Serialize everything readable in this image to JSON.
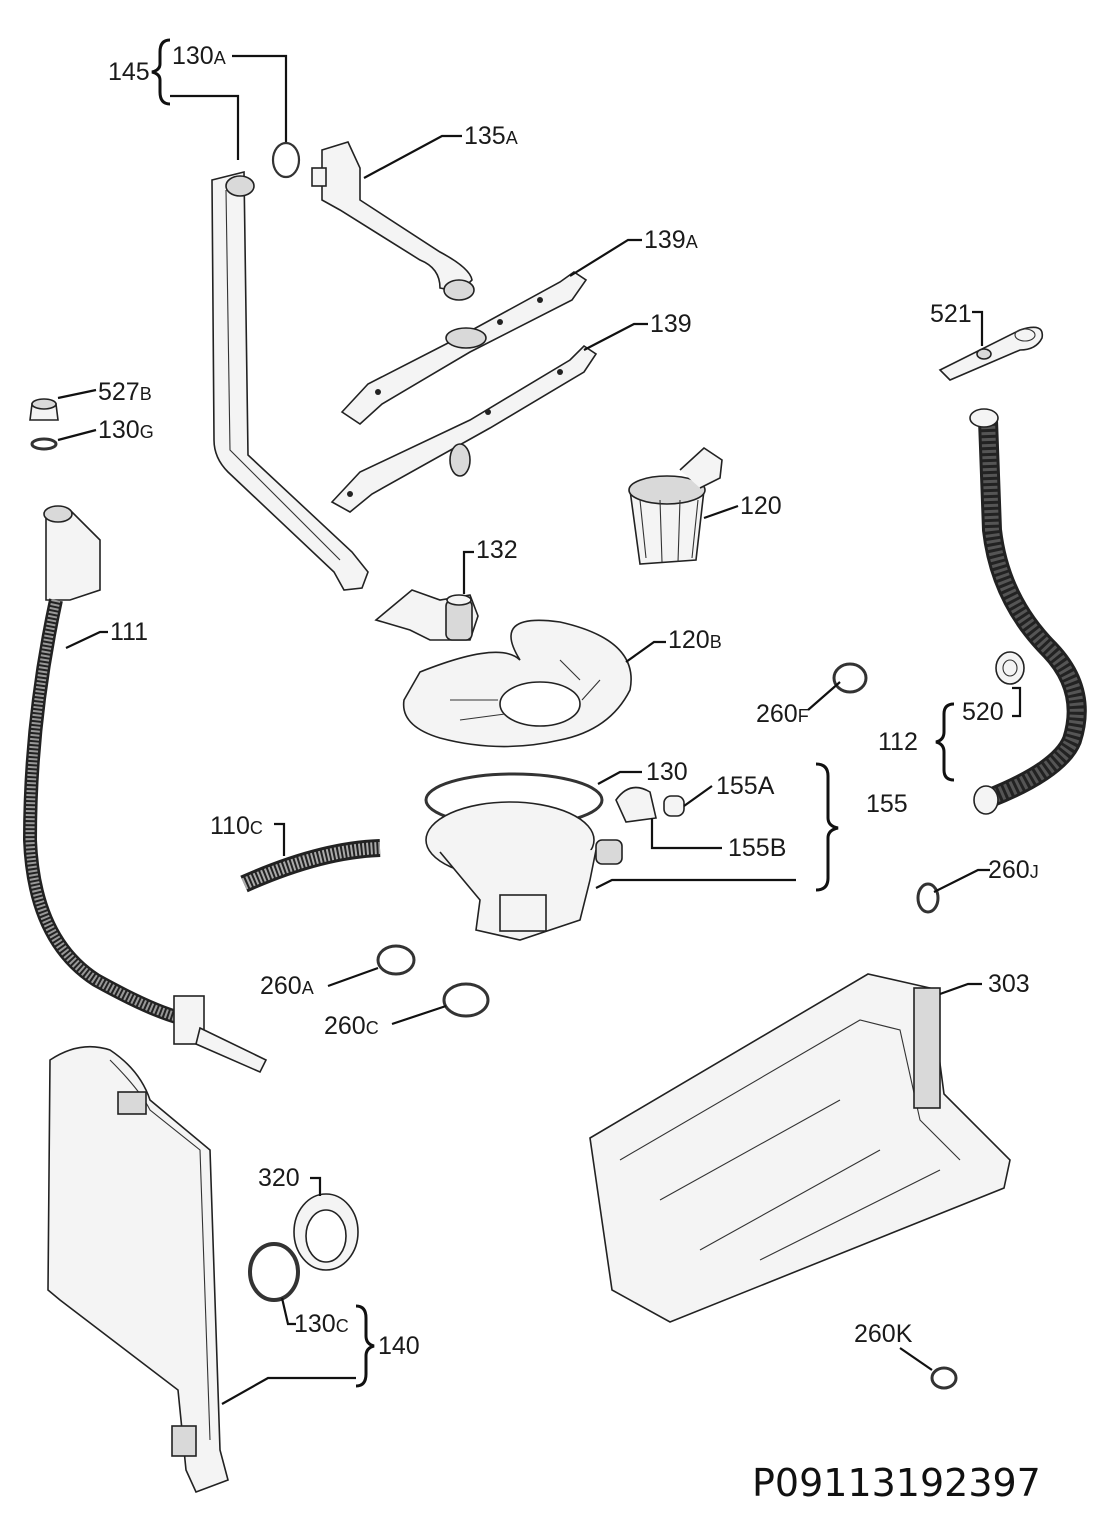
{
  "labels": {
    "l145": "145",
    "l130A": "130",
    "l130A_s": "A",
    "l135A": "135",
    "l135A_s": "A",
    "l139A": "139",
    "l139A_s": "A",
    "l139": "139",
    "l521": "521",
    "l527B": "527",
    "l527B_s": "B",
    "l130G": "130",
    "l130G_s": "G",
    "l120": "120",
    "l132": "132",
    "l111": "111",
    "l120B": "120",
    "l120B_s": "B",
    "l260F": "260",
    "l260F_s": "F",
    "l520": "520",
    "l112": "112",
    "l130": "130",
    "l155A": "155A",
    "l155": "155",
    "l110C": "110",
    "l110C_s": "C",
    "l155B": "155B",
    "l260J": "260",
    "l260J_s": "J",
    "l260A": "260",
    "l260A_s": "A",
    "l260C": "260",
    "l260C_s": "C",
    "l303": "303",
    "l320": "320",
    "l130C": "130",
    "l130C_s": "C",
    "l140": "140",
    "l260K": "260K"
  },
  "reference_code": "P09113192397",
  "colors": {
    "line": "#111111",
    "part_fill": "#f4f4f4",
    "part_shade": "#d9d9d9"
  }
}
